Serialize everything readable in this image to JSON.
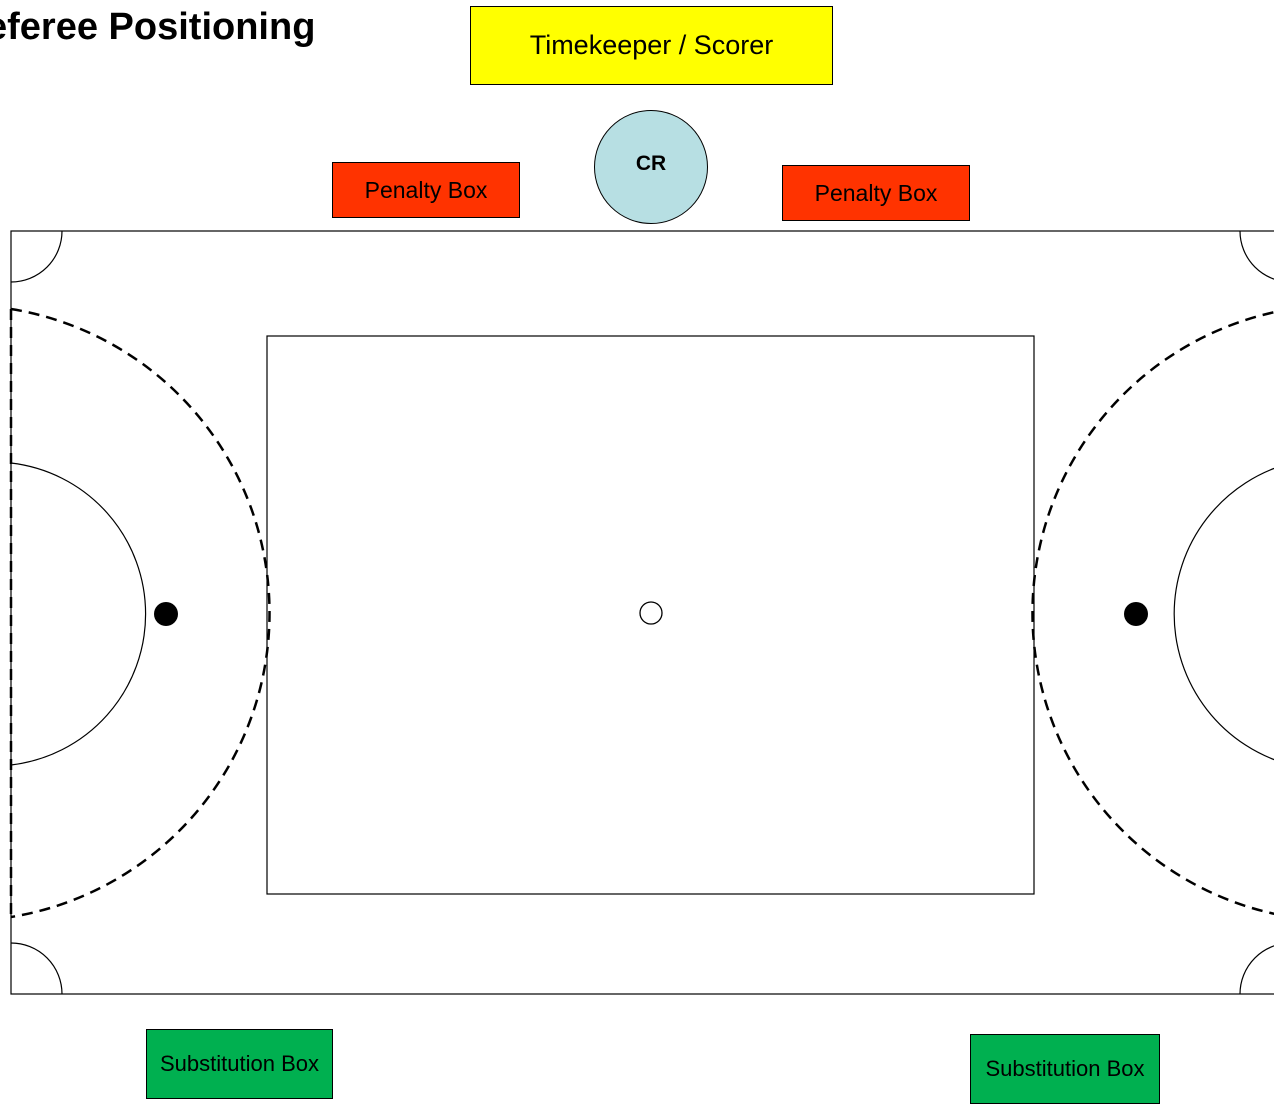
{
  "title": "eferee Positioning",
  "officials": {
    "timekeeper_label": "Timekeeper / Scorer",
    "center_referee_label": "CR"
  },
  "boxes": {
    "penalty_left_label": "Penalty Box",
    "penalty_right_label": "Penalty Box",
    "substitution_left_label": "Substitution Box",
    "substitution_right_label": "Substitution Box"
  },
  "colors": {
    "timekeeper": "#ffff00",
    "penalty_box": "#ff3300",
    "substitution_box": "#00b050",
    "center_referee": "#b7dfe3",
    "lines": "#000000"
  }
}
